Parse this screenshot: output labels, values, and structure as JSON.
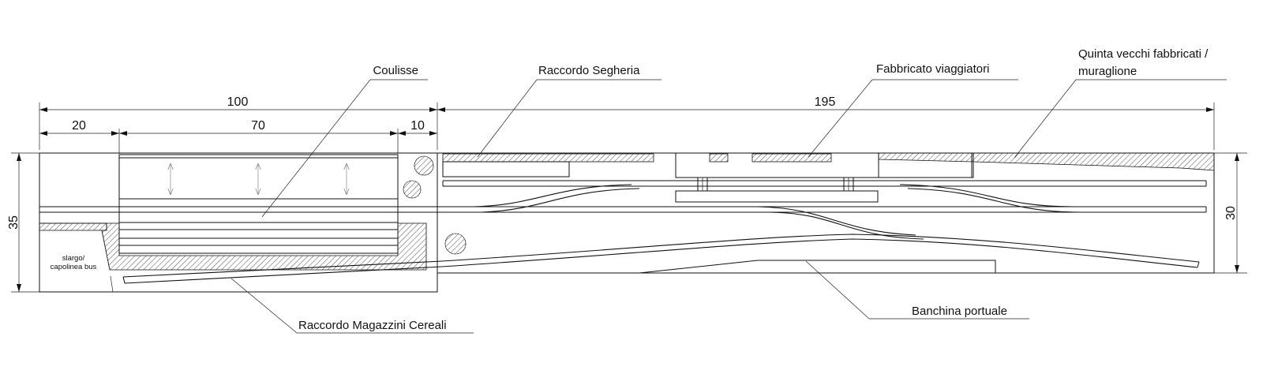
{
  "labels": {
    "coulisse": "Coulisse",
    "raccordo_segheria": "Raccordo Segheria",
    "fabbricato_viaggiatori": "Fabbricato viaggiatori",
    "quinta_line1": "Quinta vecchi fabbricati /",
    "quinta_line2": "muraglione",
    "raccordo_magazzini": "Raccordo Magazzini Cereali",
    "banchina": "Banchina portuale",
    "slargo_line1": "slargo/",
    "slargo_line2": "capolinea bus"
  },
  "dimensions": {
    "left_total": "100",
    "right_total": "195",
    "seg_20": "20",
    "seg_70": "70",
    "seg_10": "10",
    "height_left": "35",
    "height_right": "30"
  },
  "colors": {
    "line": "#111111",
    "tree": "#555555"
  }
}
